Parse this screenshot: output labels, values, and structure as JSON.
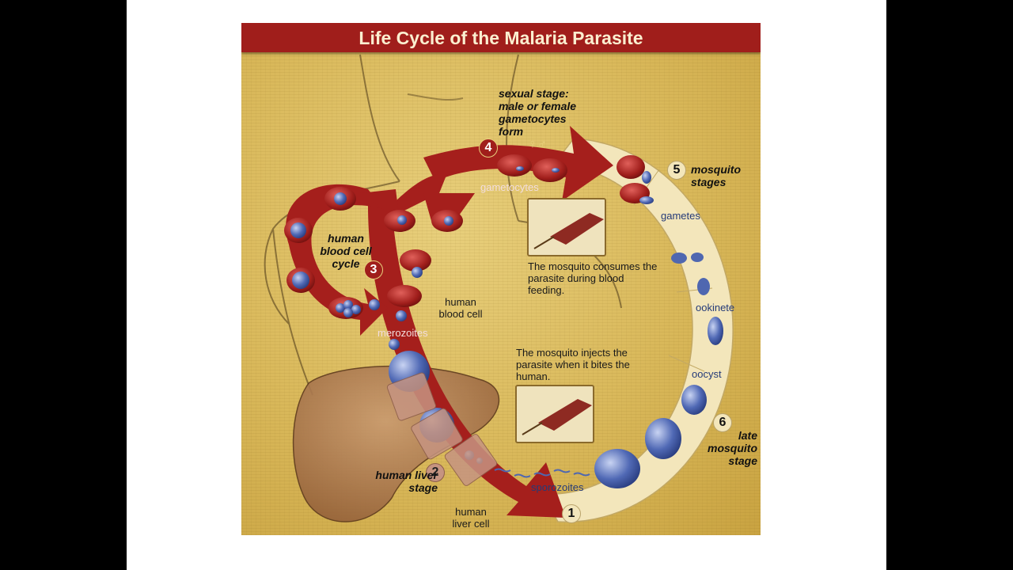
{
  "title": "Life Cycle of the Malaria Parasite",
  "stages": [
    {
      "number": "1",
      "label": ""
    },
    {
      "number": "2",
      "label": "human liver stage"
    },
    {
      "number": "3",
      "label": "human blood cell cycle"
    },
    {
      "number": "4",
      "label": "sexual stage: male or female gametocytes form"
    },
    {
      "number": "5",
      "label": "mosquito stages"
    },
    {
      "number": "6",
      "label": "late mosquito stage"
    }
  ],
  "labels": {
    "gametocytes": "gametocytes",
    "gametes": "gametes",
    "ookinete": "ookinete",
    "oocyst": "oocyst",
    "sporozoites": "sporozoites",
    "merozoites": "merozoites",
    "human_blood_cell": "human blood cell",
    "human_liver_cell": "human liver cell",
    "gender_symbols": "♀♂"
  },
  "captions": {
    "consumes": "The mosquito consumes the parasite during blood feeding.",
    "injects": "The mosquito injects the parasite when it bites the human."
  },
  "colors": {
    "title_bar": "#a01e1b",
    "arrow_red": "#a51f1c",
    "ring_cream": "#f3e6bb",
    "parasite_blue": "#5069b5",
    "liver_brown": "#b07a4e"
  }
}
